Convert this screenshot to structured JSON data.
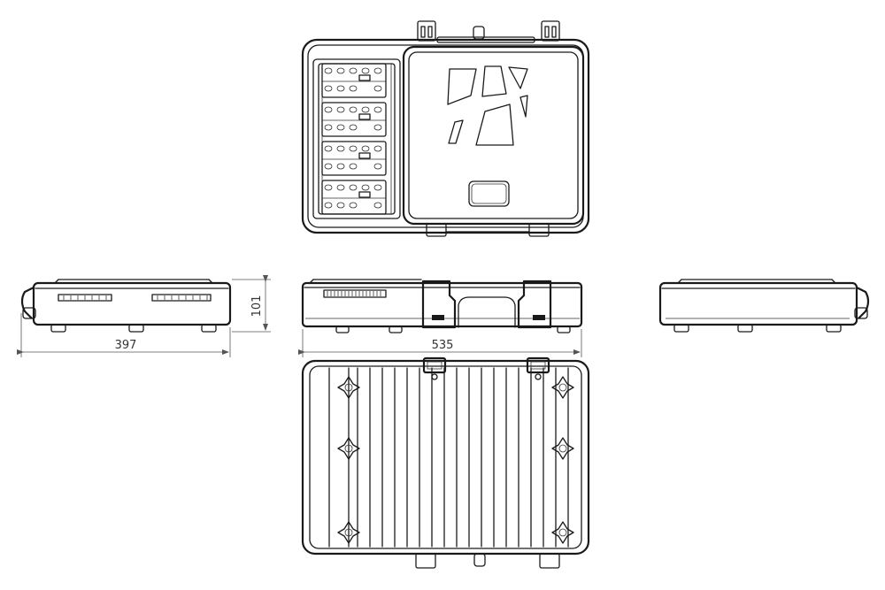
{
  "dimensions": {
    "side_width": "397",
    "front_width": "535",
    "height": "101"
  },
  "views": [
    "top-view",
    "left-side-view",
    "front-view",
    "right-side-view",
    "bottom-view"
  ],
  "line_color": "#1a1a1a"
}
